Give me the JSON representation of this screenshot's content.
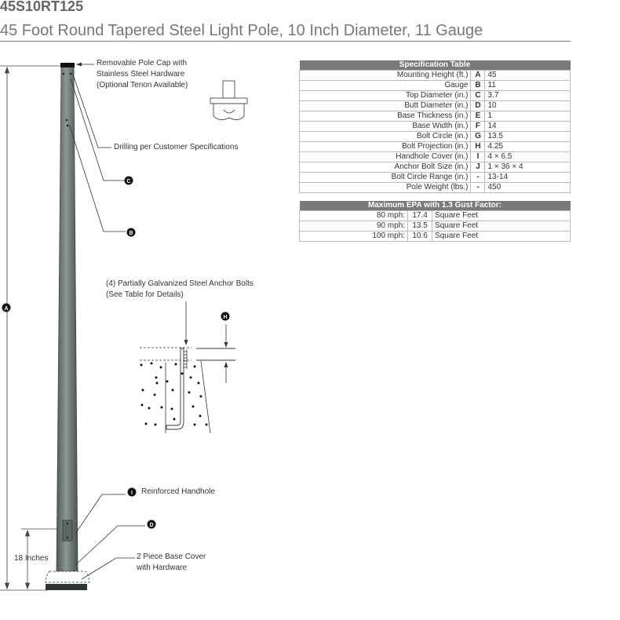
{
  "header": {
    "code": "45S10RT125",
    "title": "45 Foot Round Tapered Steel Light Pole, 10 Inch Diameter, 11 Gauge"
  },
  "callouts": {
    "pole_cap_1": "Removable Pole Cap with",
    "pole_cap_2": "Stainless Steel Hardware",
    "pole_cap_3": "(Optional Tenon Available)",
    "drilling": "Drilling per Customer Specifications",
    "anchor_1": "(4) Partially Galvanized Steel Anchor Bolts",
    "anchor_2": "(See Table for Details)",
    "handhole": "Reinforced Handhole",
    "base_cover_1": "2 Piece Base Cover",
    "base_cover_2": "with Hardware",
    "eighteen": "18 Inches"
  },
  "markers": {
    "A": "A",
    "B": "B",
    "C": "C",
    "D": "D",
    "H": "H",
    "I": "I"
  },
  "spec_table": {
    "title": "Specification Table",
    "rows": [
      {
        "name": "Mounting Height (ft.)",
        "code": "A",
        "value": "45"
      },
      {
        "name": "Gauge",
        "code": "B",
        "value": "11"
      },
      {
        "name": "Top Diameter (in.)",
        "code": "C",
        "value": "3.7"
      },
      {
        "name": "Butt Diameter (in.)",
        "code": "D",
        "value": "10"
      },
      {
        "name": "Base Thickness (in.)",
        "code": "E",
        "value": "1"
      },
      {
        "name": "Base Width (in.)",
        "code": "F",
        "value": "14"
      },
      {
        "name": "Bolt Circle (in.)",
        "code": "G",
        "value": "13.5"
      },
      {
        "name": "Bolt Projection (in.)",
        "code": "H",
        "value": "4.25"
      },
      {
        "name": "Handhole Cover (in.)",
        "code": "I",
        "value": "4 × 6.5"
      },
      {
        "name": "Anchor Bolt Size (in.)",
        "code": "J",
        "value": "1 × 36 × 4"
      },
      {
        "name": "Bolt Circle Range (in.)",
        "code": "-",
        "value": "13-14"
      },
      {
        "name": "Pole Weight (lbs.)",
        "code": "-",
        "value": "450"
      }
    ]
  },
  "epa_table": {
    "title": "Maximum EPA with 1.3 Gust Factor:",
    "rows": [
      {
        "mph": "80 mph:",
        "value": "17.4",
        "unit": "Square Feet"
      },
      {
        "mph": "90 mph:",
        "value": "13.5",
        "unit": "Square Feet"
      },
      {
        "mph": "100 mph:",
        "value": "10.6",
        "unit": "Square Feet"
      }
    ]
  }
}
